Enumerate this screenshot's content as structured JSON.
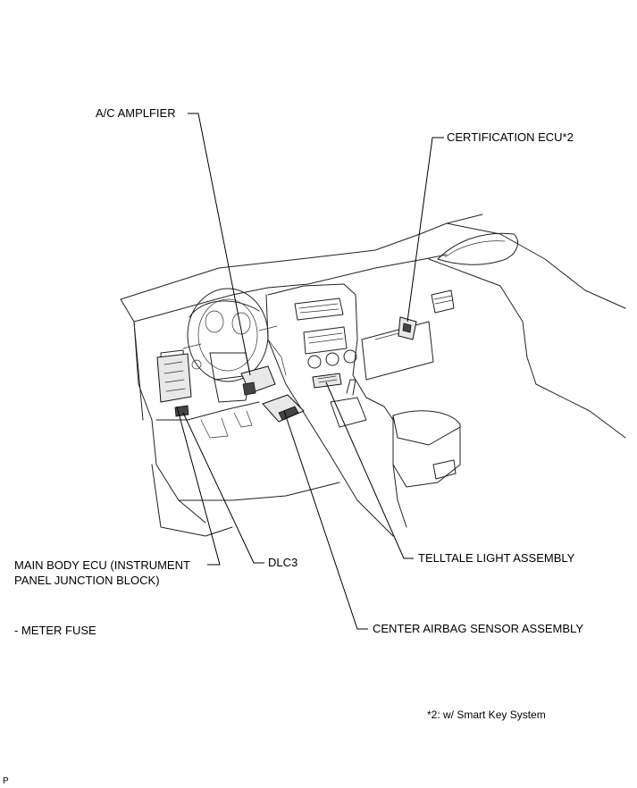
{
  "labels": {
    "ac_amplifier": "A/C AMPLFIER",
    "certification_ecu": "CERTIFICATION ECU*2",
    "main_body_ecu_line1": "MAIN BODY ECU (INSTRUMENT",
    "main_body_ecu_line2": "PANEL JUNCTION BLOCK)",
    "dlc3": "DLC3",
    "telltale": "TELLTALE LIGHT ASSEMBLY",
    "meter_fuse": "- METER FUSE",
    "center_airbag": "CENTER AIRBAG SENSOR ASSEMBLY"
  },
  "footnote": "*2: w/ Smart Key System",
  "corner_mark": "P"
}
